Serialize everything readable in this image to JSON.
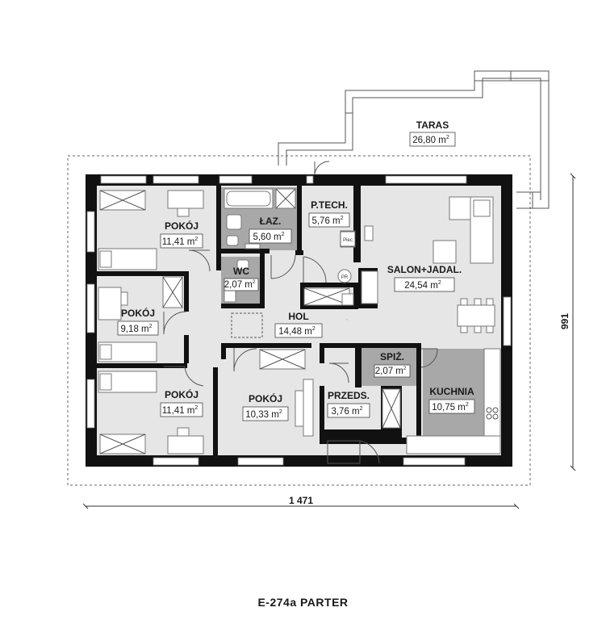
{
  "plan_name": "E-274a PARTER",
  "dimensions": {
    "width": "1 471",
    "depth": "991"
  },
  "unit_sup": "2",
  "rooms": [
    {
      "id": "taras",
      "name": "TARAS",
      "area": "26,80 m"
    },
    {
      "id": "pokoj1",
      "name": "POKÓJ",
      "area": "11,41 m"
    },
    {
      "id": "laz",
      "name": "ŁAZ.",
      "area": "5,60 m"
    },
    {
      "id": "ptech",
      "name": "P.TECH.",
      "area": "5,76 m"
    },
    {
      "id": "salon",
      "name": "SALON+JADAL.",
      "area": "24,54 m"
    },
    {
      "id": "wc",
      "name": "WC",
      "area": "2,07 m"
    },
    {
      "id": "pokoj2",
      "name": "POKÓJ",
      "area": "9,18 m"
    },
    {
      "id": "hol",
      "name": "HOL",
      "area": "14,48 m"
    },
    {
      "id": "spiz",
      "name": "SPIŻ.",
      "area": "2,07 m"
    },
    {
      "id": "kuchnia",
      "name": "KUCHNIA",
      "area": "10,75 m"
    },
    {
      "id": "pokoj3",
      "name": "POKÓJ",
      "area": "11,41 m"
    },
    {
      "id": "pokoj4",
      "name": "POKÓJ",
      "area": "10,33 m"
    },
    {
      "id": "przeds",
      "name": "PRZEDS.",
      "area": "3,76 m"
    }
  ],
  "appliance_labels": {
    "piec": "Piec",
    "pr": "PR"
  },
  "colors": {
    "wall": "#111111",
    "floor": "#e6e6e6",
    "wet_room": "#a8a8a8",
    "background": "#ffffff"
  }
}
